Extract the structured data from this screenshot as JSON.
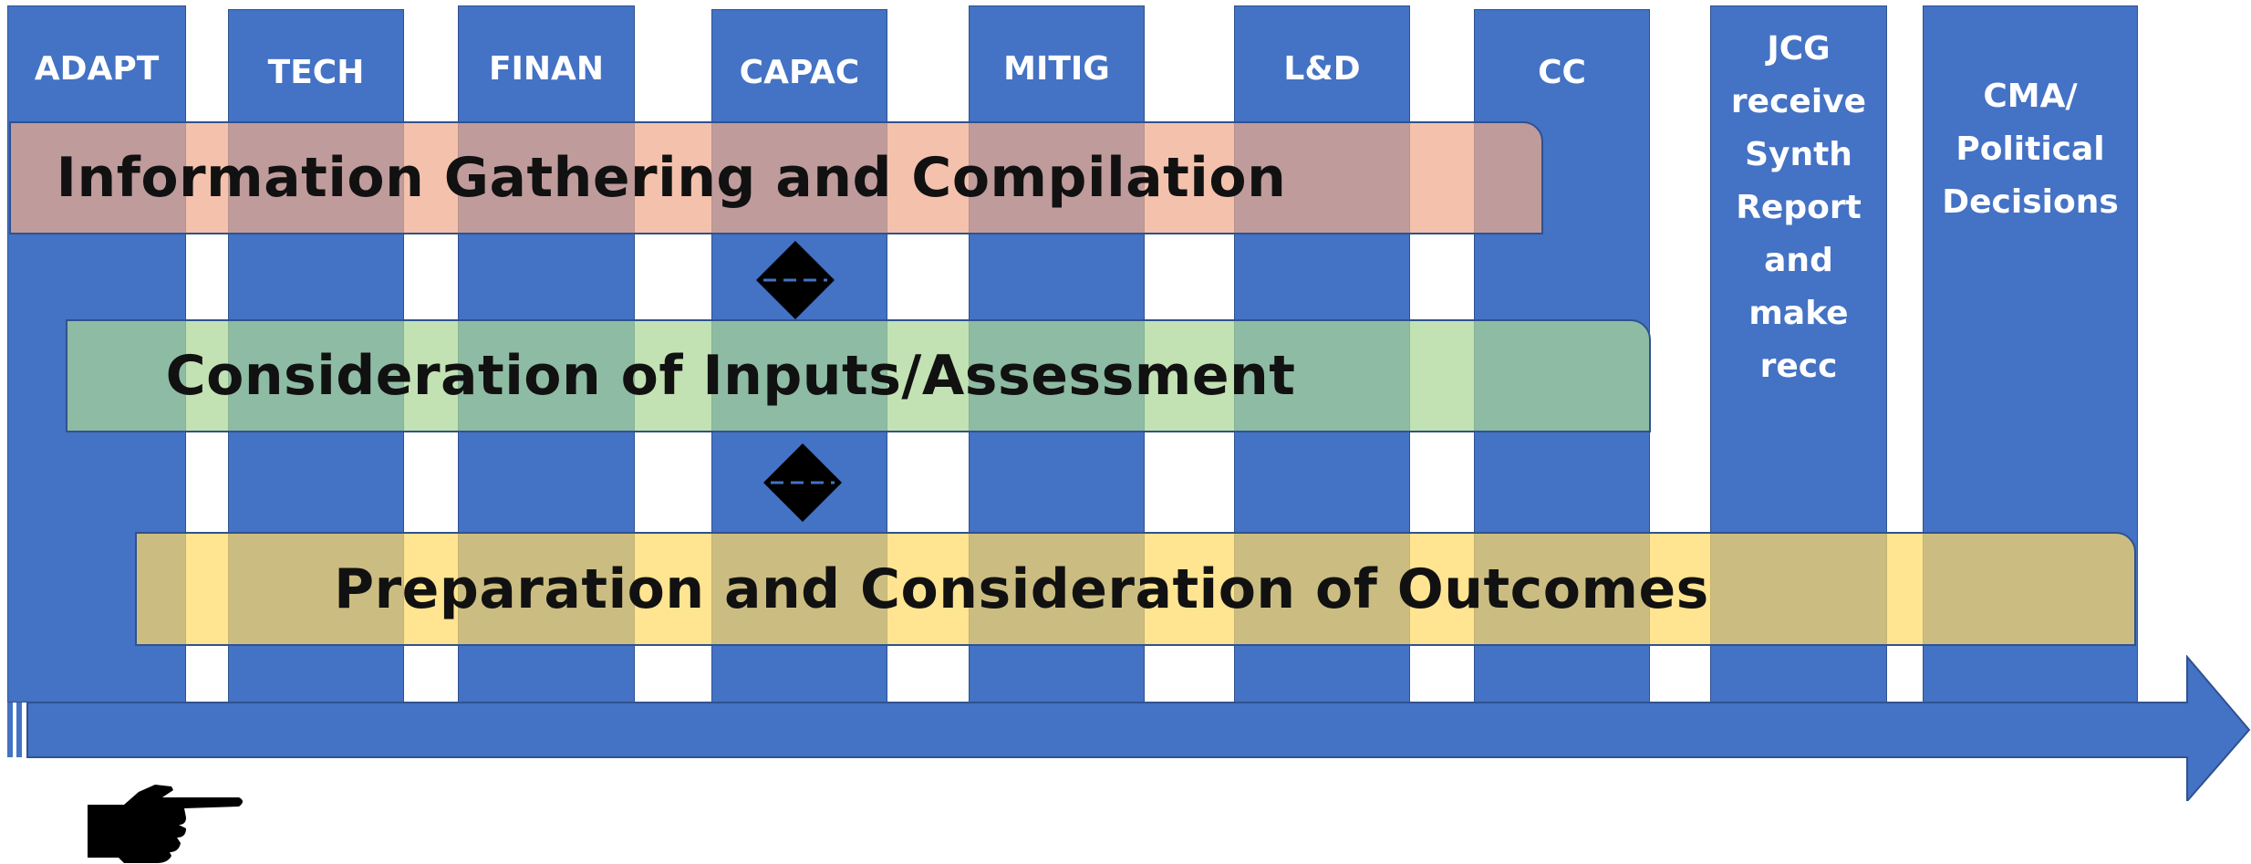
{
  "columns": [
    {
      "label": "ADAPT"
    },
    {
      "label": "TECH"
    },
    {
      "label": "FINAN"
    },
    {
      "label": "CAPAC"
    },
    {
      "label": "MITIG"
    },
    {
      "label": "L&D"
    },
    {
      "label": "CC"
    },
    {
      "label": "JCG\nreceive\nSynth\nReport\nand\nmake\nrecc"
    },
    {
      "label": "CMA/\nPolitical\nDecisions"
    }
  ],
  "bands": {
    "info": "Information Gathering and Compilation",
    "assess": "Consideration of Inputs/Assessment",
    "prep": "Preparation and Consideration of Outcomes"
  },
  "icons": {
    "connector": "diamond-connector-icon",
    "timeline": "timeline-arrow-icon",
    "pointer": "pointing-hand-icon"
  },
  "colors": {
    "column_fill": "#4472c4",
    "info_band": "#f4b183",
    "assess_band": "#a9d18e",
    "prep_band": "#ffd966",
    "text_light": "#ffffff",
    "text_dark": "#111111"
  }
}
